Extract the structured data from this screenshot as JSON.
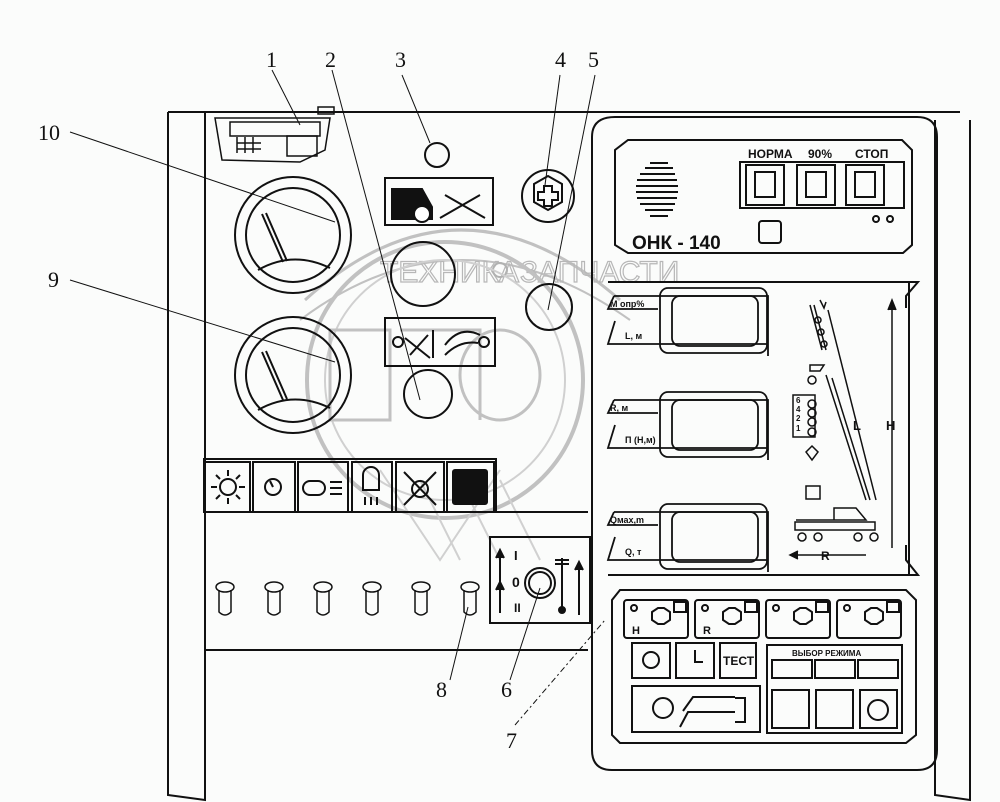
{
  "callouts": [
    "1",
    "2",
    "3",
    "4",
    "5",
    "6",
    "7",
    "8",
    "9",
    "10"
  ],
  "watermark": {
    "left": "ТЕХНИКА",
    "right": "ЗАПЧАСТИ",
    "logo": "ЭПФ",
    "gear_icon": "gear-icon"
  },
  "onk": {
    "model": "ОНК - 140",
    "indicators": [
      "НОРМА",
      "90%",
      "СТОП"
    ],
    "speaker_icon": "speaker-grille-icon"
  },
  "displays": [
    {
      "top": "М опр%",
      "bottom": "L, м"
    },
    {
      "top": "R, м",
      "bottom": "П (Н,м)"
    },
    {
      "top": "Qмах,m",
      "bottom": "Q, т"
    }
  ],
  "crane_diagram": {
    "L": "L",
    "H": "H",
    "R": "R",
    "scale": [
      "6",
      "4",
      "2",
      "1"
    ]
  },
  "control_pad": {
    "top_buttons": [
      {
        "icon": "height-limit-icon",
        "sub": "H"
      },
      {
        "icon": "radius-limit-icon",
        "sub": "R"
      },
      {
        "icon": "angle-limit-icon",
        "sub": ""
      },
      {
        "icon": "angle-limit-2-icon",
        "sub": ""
      }
    ],
    "test_label": "ТЕСТ",
    "mode_title": "ВЫБОР РЕЖИМА",
    "mode_icons": [
      "crane-boom-mode-icon",
      "hook-mode-icon",
      "off-mode-icon"
    ]
  },
  "switch6": {
    "pos1": "I",
    "pos0": "0",
    "pos2": "II"
  },
  "warning_lamps": [
    "sun-icon",
    "pressure-gauge-icon",
    "headlight-icon",
    "fog-light-icon",
    "lamp-off-icon",
    "filled-blob-icon"
  ],
  "toggle_count": 6
}
